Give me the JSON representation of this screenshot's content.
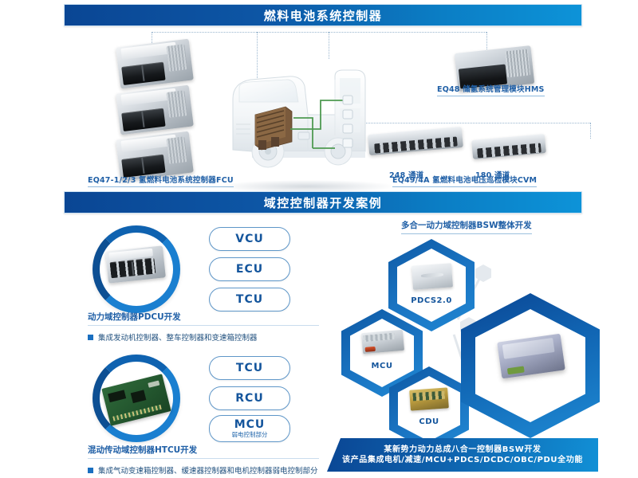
{
  "sections": {
    "top_banner": "燃料电池系统控制器",
    "mid_banner": "域控控制器开发案例"
  },
  "fuel_cell": {
    "fcu_label": "EQ47-1/2/3 氢燃料电池系统控制器FCU",
    "hms_label": "EQ48 储氢系统管理模块HMS",
    "cvm_label": "EQ49/4A 氢燃料电池电压巡检模块CVM",
    "channel_248": "248 通道",
    "channel_180": "180 通道"
  },
  "domain_cases": {
    "pdcu": {
      "title": "动力域控制器PDCU开发",
      "bullet": "集成发动机控制器、整车控制器和变速箱控制器",
      "pills": [
        {
          "label": "VCU",
          "sub": ""
        },
        {
          "label": "ECU",
          "sub": ""
        },
        {
          "label": "TCU",
          "sub": ""
        }
      ]
    },
    "htcu": {
      "title": "混动传动域控制器HTCU开发",
      "bullet": "集成气动变速箱控制器、缓速器控制器和电机控制器弱电控制部分",
      "pills": [
        {
          "label": "TCU",
          "sub": ""
        },
        {
          "label": "RCU",
          "sub": ""
        },
        {
          "label": "MCU",
          "sub": "弱电控制部分"
        }
      ]
    },
    "bsw": {
      "title": "多合一动力域控制器BSW整体开发",
      "hexes": [
        {
          "label": "PDCS2.0"
        },
        {
          "label": "MCU"
        },
        {
          "label": "CDU"
        },
        {
          "label": ""
        }
      ],
      "footer_line1": "某新势力动力总成八合一控制器BSW开发",
      "footer_line2": "该产品集成电机/减速/MCU+PDCS/DCDC/OBC/PDU全功能"
    }
  },
  "colors": {
    "banner_dark": "#0a4694",
    "banner_light": "#0d93d8",
    "accent": "#1a6fc0",
    "text_blue": "#1f5fa6"
  }
}
